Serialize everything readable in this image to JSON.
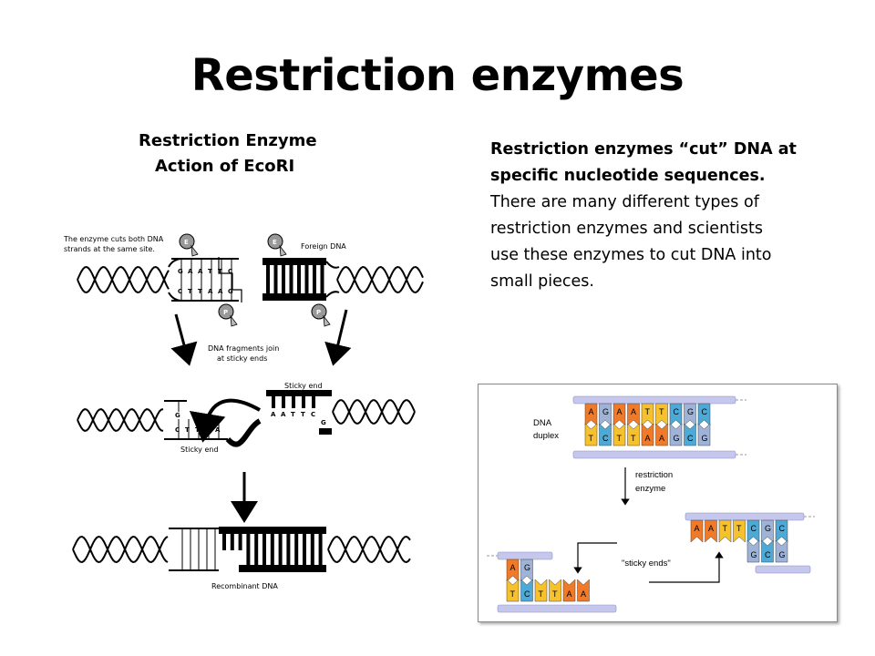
{
  "slide": {
    "title": "Restriction enzymes",
    "body_bold": [
      "Restriction enzymes “cut” DNA at",
      "specific nucleotide sequences."
    ],
    "body_regular": [
      "There are many different types of",
      "restriction enzymes and scientists",
      "use these enzymes to cut DNA into",
      "small pieces."
    ]
  },
  "left_diagram": {
    "title_line1": "Restriction Enzyme",
    "title_line2": "Action of EcoRI",
    "label_cuts_1": "The enzyme cuts both DNA",
    "label_cuts_2": "strands at the same site.",
    "label_foreign": "Foreign DNA",
    "label_join_1": "DNA fragments join",
    "label_join_2": "at sticky ends",
    "label_sticky_right": "Sticky end",
    "label_sticky_left": "Sticky end",
    "label_recombinant": "Recombinant DNA",
    "top_upper_bases": [
      "G",
      "A",
      "A",
      "T",
      "T",
      "C"
    ],
    "top_lower_bases": [
      "C",
      "T",
      "T",
      "A",
      "A",
      "G"
    ],
    "mid_left_upper": [
      "G"
    ],
    "mid_left_lower": [
      "C",
      "T",
      "T",
      "A",
      "A"
    ],
    "mid_right_upper": [
      "A",
      "A",
      "T",
      "T",
      "C"
    ],
    "mid_right_lower": [
      "G"
    ],
    "enzyme_letter_top": "E",
    "enzyme_letter_bottom": "P"
  },
  "right_diagram": {
    "label_dna_1": "DNA",
    "label_dna_2": "duplex",
    "label_enzyme_1": "restriction",
    "label_enzyme_2": "enzyme",
    "label_sticky": "\"sticky ends\"",
    "duplex_top": [
      "A",
      "G",
      "A",
      "A",
      "T",
      "T",
      "C",
      "G",
      "C"
    ],
    "duplex_bottom": [
      "T",
      "C",
      "T",
      "T",
      "A",
      "A",
      "G",
      "C",
      "G"
    ],
    "cut_right_top": [
      "A",
      "A",
      "T",
      "T",
      "C",
      "G",
      "C"
    ],
    "cut_right_bottom": [
      "G",
      "C",
      "G"
    ],
    "cut_left_top": [
      "A",
      "G"
    ],
    "cut_left_bottom": [
      "T",
      "C",
      "T",
      "T",
      "A",
      "A"
    ],
    "colors": {
      "A": "#f07a28",
      "T": "#f6c12c",
      "G": "#9fb3d8",
      "C": "#4da9d6",
      "backbone": "#c5c8ec"
    }
  }
}
